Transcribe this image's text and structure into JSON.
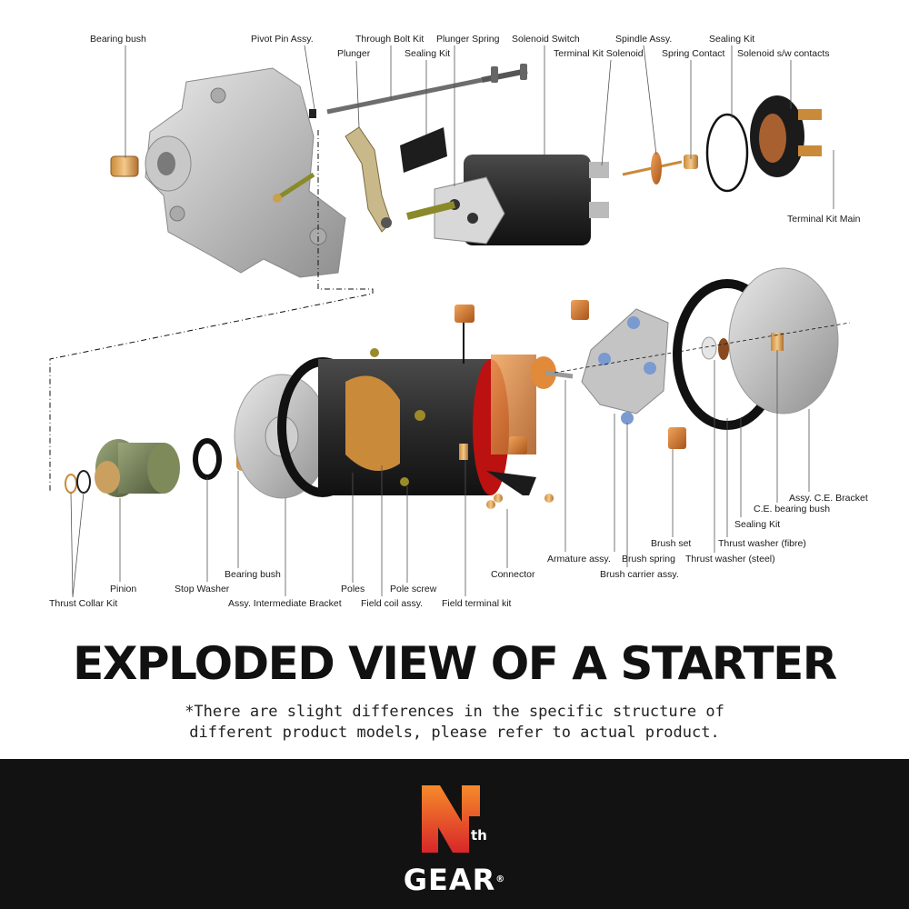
{
  "diagram": {
    "labels": {
      "bearing_bush_top": "Bearing bush",
      "pivot_pin_assy": "Pivot Pin Assy.",
      "plunger": "Plunger",
      "through_bolt_kit": "Through Bolt Kit",
      "sealing_kit_top": "Sealing Kit",
      "plunger_spring": "Plunger Spring",
      "solenoid_switch": "Solenoid Switch",
      "terminal_kit_solenoid": "Terminal Kit Solenoid",
      "spindle_assy": "Spindle Assy.",
      "spring_contact": "Spring Contact",
      "sealing_kit_right": "Sealing Kit",
      "solenoid_sw_contacts": "Solenoid s/w contacts",
      "terminal_kit_main": "Terminal Kit Main",
      "thrust_collar_kit": "Thrust Collar Kit",
      "pinion": "Pinion",
      "stop_washer": "Stop Washer",
      "bearing_bush_bottom": "Bearing bush",
      "assy_intermediate_bracket": "Assy. Intermediate Bracket",
      "poles": "Poles",
      "pole_screw": "Pole screw",
      "field_coil_assy": "Field coil assy.",
      "field_terminal_kit": "Field terminal kit",
      "connector": "Connector",
      "armature_assy": "Armature assy.",
      "brush_spring": "Brush spring",
      "brush_carrier_assy": "Brush carrier assy.",
      "brush_set": "Brush set",
      "thrust_washer_steel": "Thrust washer (steel)",
      "thrust_washer_fibre": "Thrust washer (fibre)",
      "sealing_kit_bottom": "Sealing Kit",
      "ce_bearing_bush": "C.E. bearing bush",
      "assy_ce_bracket": "Assy. C.E. Bracket"
    }
  },
  "heading": {
    "title": "EXPLODED VIEW OF A STARTER",
    "note_line1": "*There are slight differences in the specific structure of",
    "note_line2": "different product models, please refer to actual product."
  },
  "brand": {
    "mark_letter": "N",
    "mark_superscript": "th",
    "wordmark": "GEAR",
    "registered": "®",
    "colors": {
      "orange": "#f26a21",
      "red": "#d8262a",
      "black": "#121212"
    }
  }
}
